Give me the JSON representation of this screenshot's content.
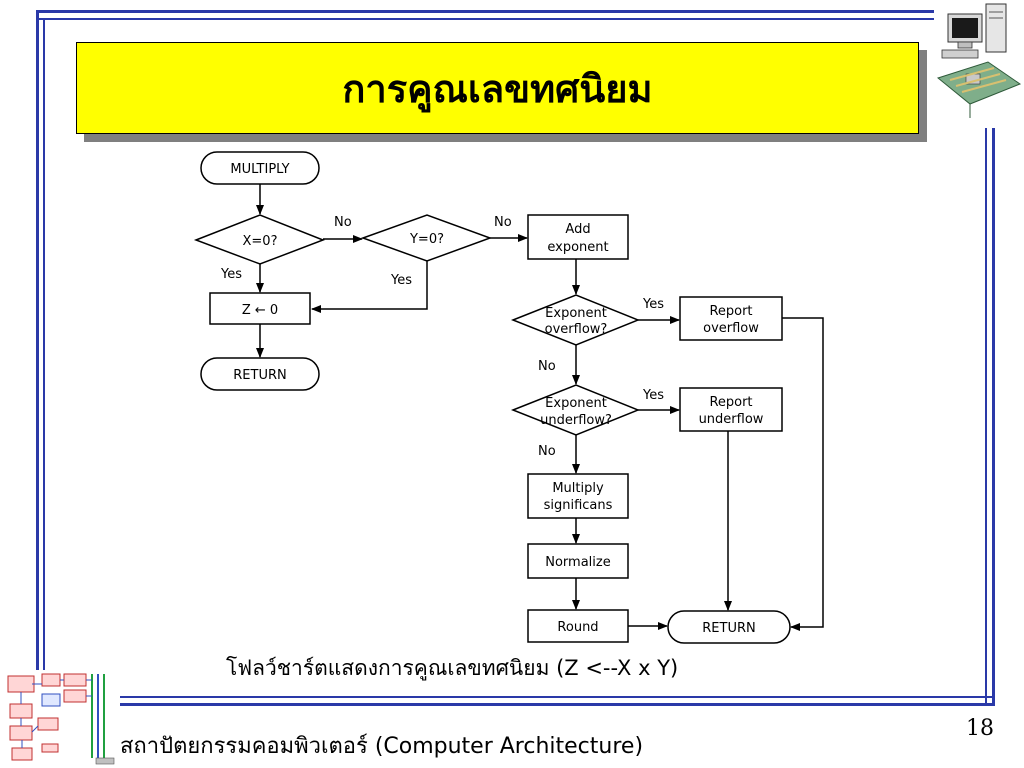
{
  "slide": {
    "title": "การคูณเลขทศนิยม",
    "caption": "โฟลว์ชาร์ตแสดงการคูณเลขทศนิยม  (Z <--X x Y)",
    "footer": "สถาปัตยกรรมคอมพิวเตอร์ (Computer Architecture)",
    "page_number": "18"
  },
  "flowchart": {
    "multiply": "MULTIPLY",
    "x_zero": "X=0?",
    "y_zero": "Y=0?",
    "z_assign": "Z ← 0",
    "return_left": "RETURN",
    "add_exponent_1": "Add",
    "add_exponent_2": "exponent",
    "exp_overflow_1": "Exponent",
    "exp_overflow_2": "overflow?",
    "report_overflow_1": "Report",
    "report_overflow_2": "overflow",
    "exp_underflow_1": "Exponent",
    "exp_underflow_2": "underflow?",
    "report_underflow_1": "Report",
    "report_underflow_2": "underflow",
    "multiply_sig_1": "Multiply",
    "multiply_sig_2": "significans",
    "normalize": "Normalize",
    "round": "Round",
    "return_right": "RETURN",
    "label_yes": "Yes",
    "label_no": "No"
  },
  "colors": {
    "frame": "#2a39a8",
    "title_bg": "#ffff00",
    "title_shadow": "#7f7f7f"
  },
  "icons": [
    "computer-icon",
    "block-diagram-icon"
  ]
}
